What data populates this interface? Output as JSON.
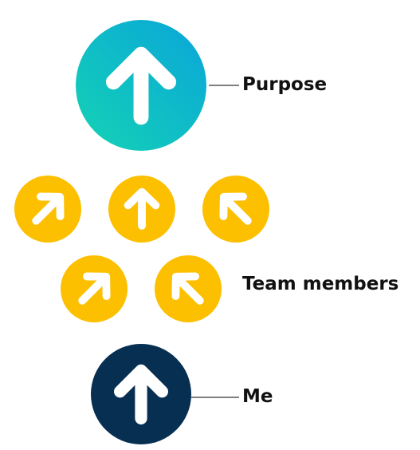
{
  "labels": {
    "purpose": "Purpose",
    "team": "Team members",
    "me": "Me"
  },
  "colors": {
    "purpose_gradient_start": "#14d3b4",
    "purpose_gradient_end": "#0aa5da",
    "team_member": "#fcc000",
    "me": "#062f52",
    "arrow": "#ffffff",
    "connector": "#555555"
  },
  "icons": {
    "purpose": "arrow-up-icon",
    "me": "arrow-up-icon",
    "team": [
      "arrow-up-right-icon",
      "arrow-up-icon",
      "arrow-up-left-icon",
      "arrow-up-right-icon",
      "arrow-up-left-icon"
    ]
  }
}
